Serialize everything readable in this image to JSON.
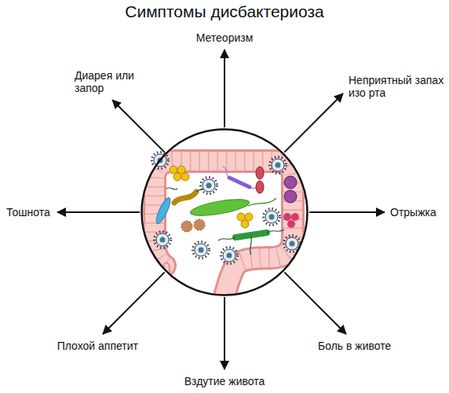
{
  "diagram": {
    "title": "Симптомы дисбактериоза",
    "nodes": [
      {
        "text": []
      },
      {
        "text": [
          "Метеоризм"
        ]
      },
      {
        "text": [
          "Диарея или запор"
        ]
      },
      {
        "text": [
          "Неприятный запах изо рта"
        ]
      },
      {
        "text": [
          "Тошнота"
        ]
      },
      {
        "text": [
          "Отрыжка"
        ]
      },
      {
        "text": [
          "Плохой аппетит"
        ]
      },
      {
        "text": [
          "Боль в животе"
        ]
      },
      {
        "text": [
          "Вздутие живота"
        ]
      }
    ],
    "edges": [
      {
        "from": 0,
        "to": 1,
        "arrow": "to"
      },
      {
        "from": 0,
        "to": 2,
        "arrow": "to"
      },
      {
        "from": 0,
        "to": 3,
        "arrow": "to"
      },
      {
        "from": 0,
        "to": 4,
        "arrow": "to"
      },
      {
        "from": 0,
        "to": 5,
        "arrow": "to"
      },
      {
        "from": 0,
        "to": 6,
        "arrow": "to"
      },
      {
        "from": 0,
        "to": 7,
        "arrow": "to"
      },
      {
        "from": 0,
        "to": 8,
        "arrow": "to"
      }
    ]
  }
}
